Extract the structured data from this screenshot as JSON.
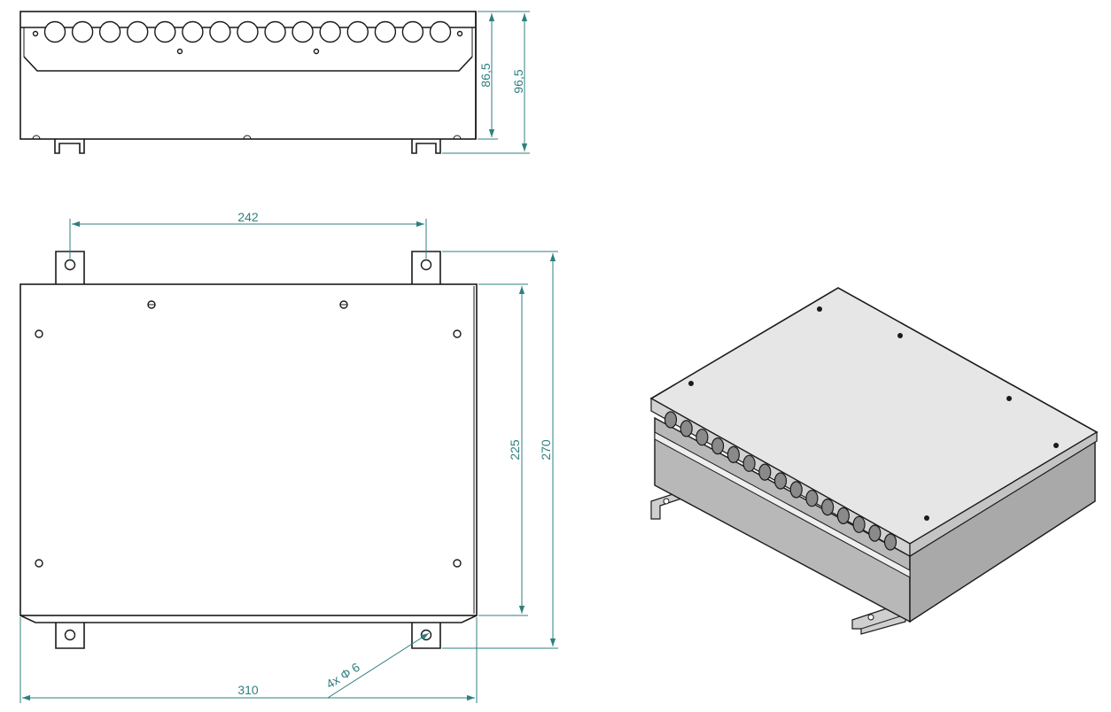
{
  "colors": {
    "line": "#1a1a1a",
    "dimension": "#2f7f7f",
    "box_top": "#e6e6e6",
    "box_side": "#a9a9a9",
    "box_front": "#b8b8b8"
  },
  "dimensions": {
    "front_view": {
      "inner_height": "86,5",
      "total_height": "96,5"
    },
    "top_view": {
      "mount_spacing": "242",
      "body_depth": "225",
      "total_depth": "270",
      "total_width": "310",
      "mount_holes": "4x  Φ 6"
    }
  },
  "front_view": {
    "cable_gland_count": 15
  }
}
